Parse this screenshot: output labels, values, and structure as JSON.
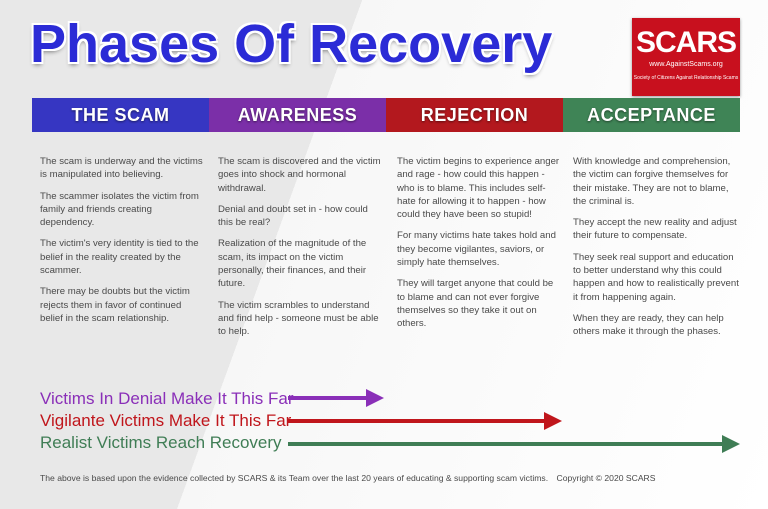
{
  "title": "Phases Of Recovery",
  "logo": {
    "main": "SCARS",
    "url": "www.AgainstScams.org",
    "tagline": "Society of Citizens Against Relationship Scams"
  },
  "phases": [
    {
      "label": "THE SCAM",
      "color": "#3636c2"
    },
    {
      "label": "AWARENESS",
      "color": "#7b2fa8"
    },
    {
      "label": "REJECTION",
      "color": "#b3181e"
    },
    {
      "label": "ACCEPTANCE",
      "color": "#3f8456"
    }
  ],
  "columns": [
    {
      "paragraphs": [
        "The scam is underway and the victims is manipulated into believing.",
        "The scammer isolates the victim from family and friends creating dependency.",
        "The victim's very identity is tied to the belief in the reality created by the scammer.",
        "There may be doubts but the victim rejects them in favor of continued belief in the scam relationship."
      ]
    },
    {
      "paragraphs": [
        "The scam is discovered and the victim goes into shock and hormonal withdrawal.",
        "Denial and doubt set in - how could this be real?",
        "Realization of the magnitude of the scam, its impact on the victim personally, their finances, and their future.",
        "The victim scrambles to understand and find help - someone must be able to help."
      ]
    },
    {
      "paragraphs": [
        "The victim begins to experience anger and rage - how could this happen - who is to blame. This includes self-hate for allowing it to happen - how could they have been so stupid!",
        "For many victims hate takes hold and they become vigilantes, saviors, or simply hate themselves.",
        "They will target anyone that could be to blame and can not ever forgive themselves so they take it out on others."
      ]
    },
    {
      "paragraphs": [
        "With knowledge and comprehension, the victim can forgive themselves for their mistake. They are not to blame, the criminal is.",
        "They accept the new reality and adjust their future to compensate.",
        "They seek real support and education to better understand why this could happen and how to realistically prevent it from happening again.",
        "When they are ready, they can help others make it through the phases."
      ]
    }
  ],
  "journeys": [
    {
      "label": "Victims In Denial Make It This Far",
      "color": "#8a2fb8",
      "reaches_phase": "AWARENESS"
    },
    {
      "label": "Vigilante Victims Make It This Far",
      "color": "#c0161c",
      "reaches_phase": "REJECTION"
    },
    {
      "label": "Realist Victims Reach Recovery",
      "color": "#3f7d55",
      "reaches_phase": "ACCEPTANCE"
    }
  ],
  "footer": {
    "note": "The above is based upon the evidence collected by SCARS & its Team over the last 20 years of educating & supporting scam victims.",
    "copyright": "Copyright © 2020 SCARS"
  }
}
